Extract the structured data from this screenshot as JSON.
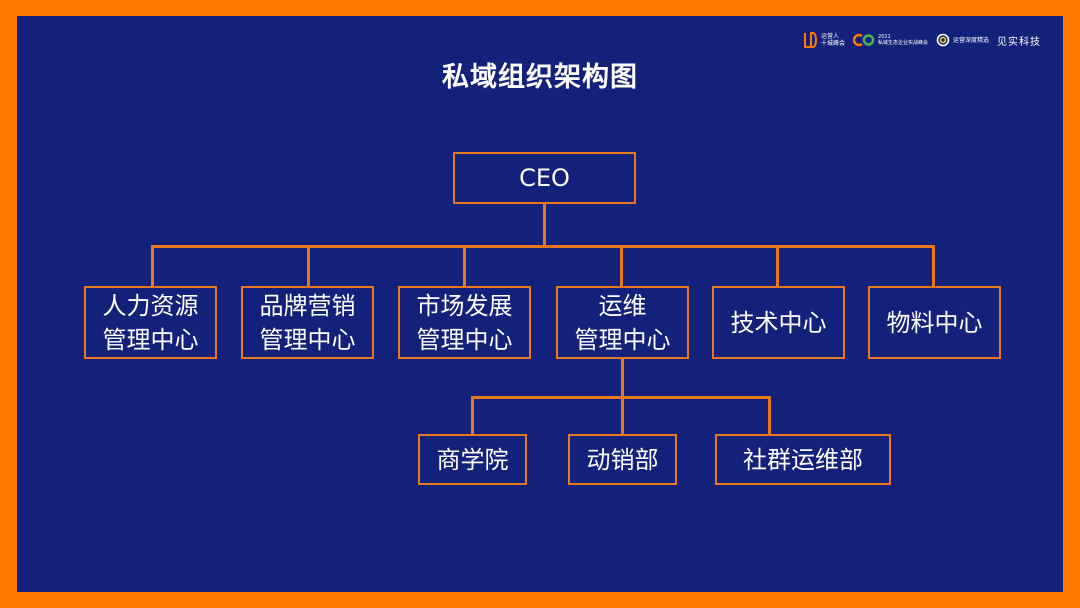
{
  "logos": [
    {
      "icon": "ld-logo-icon",
      "lines": [
        "运营人",
        "十城峰会"
      ]
    },
    {
      "icon": "co-logo-icon",
      "lines": [
        "2021",
        "私域生态企业实战峰会"
      ]
    },
    {
      "icon": "ring-logo-icon",
      "lines": [
        "运营深度精选"
      ]
    },
    {
      "icon": "",
      "lines": [
        "见实科技"
      ]
    }
  ],
  "title": "私域组织架构图",
  "diagram": {
    "root": {
      "id": "ceo",
      "lines": [
        "CEO"
      ]
    },
    "level1": [
      {
        "id": "hr",
        "lines": [
          "人力资源",
          "管理中心"
        ]
      },
      {
        "id": "brand",
        "lines": [
          "品牌营销",
          "管理中心"
        ]
      },
      {
        "id": "market",
        "lines": [
          "市场发展",
          "管理中心"
        ]
      },
      {
        "id": "ops",
        "lines": [
          "运维",
          "管理中心"
        ]
      },
      {
        "id": "tech",
        "lines": [
          "技术中心"
        ]
      },
      {
        "id": "material",
        "lines": [
          "物料中心"
        ]
      }
    ],
    "level2": [
      {
        "id": "academy",
        "parent": "ops",
        "lines": [
          "商学院"
        ]
      },
      {
        "id": "sales",
        "parent": "ops",
        "lines": [
          "动销部"
        ]
      },
      {
        "id": "community",
        "parent": "ops",
        "lines": [
          "社群运维部"
        ]
      }
    ],
    "colors": {
      "background": "#13217a",
      "frame": "#ff7a00",
      "line": "#e8781e",
      "text": "#ffffff"
    }
  }
}
